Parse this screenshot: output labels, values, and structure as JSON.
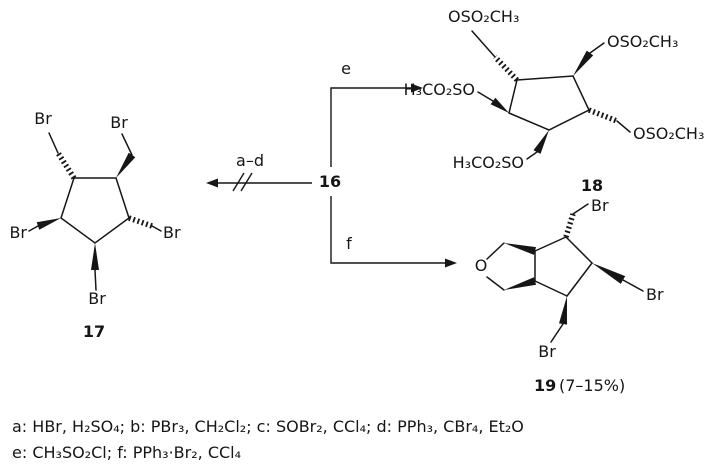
{
  "scheme": {
    "compounds": {
      "c16": {
        "number": "16"
      },
      "c17": {
        "number": "17",
        "br_top_left": "Br",
        "br_top_right": "Br",
        "br_left": "Br",
        "br_right": "Br",
        "br_bottom": "Br"
      },
      "c18": {
        "number": "18",
        "ms_top": "OSO₂CH₃",
        "ms_upper_right": "OSO₂CH₃",
        "ms_lower_right": "OSO₂CH₃",
        "ms_left": "H₃CO₂SO",
        "ms_bottom": "H₃CO₂SO"
      },
      "c19": {
        "number": "19",
        "yield": "(7–15%)",
        "oxygen": "O",
        "br_top": "Br",
        "br_right": "Br",
        "br_bottom": "Br"
      }
    },
    "arrows": {
      "left": {
        "label": "a–d"
      },
      "top": {
        "label": "e"
      },
      "bottom": {
        "label": "f"
      }
    },
    "footnotes": {
      "line1": "a: HBr, H₂SO₄; b: PBr₃, CH₂Cl₂; c: SOBr₂, CCl₄; d: PPh₃, CBr₄, Et₂O",
      "line2": "e: CH₃SO₂Cl; f: PPh₃·Br₂, CCl₄"
    }
  }
}
